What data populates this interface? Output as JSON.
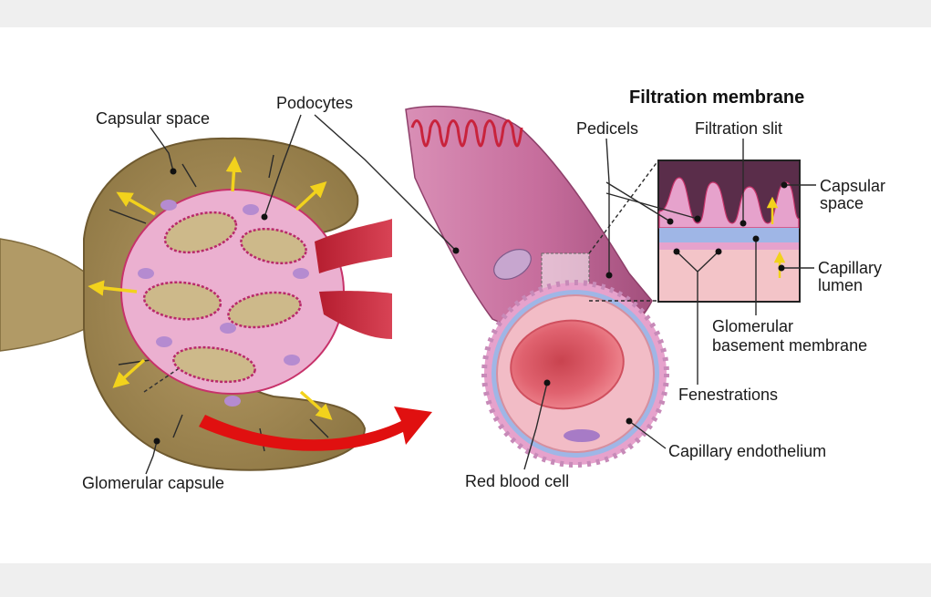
{
  "title": "Filtration membrane",
  "labels": {
    "capsular_space": "Capsular space",
    "podocytes": "Podocytes",
    "glomerular_capsule": "Glomerular capsule",
    "pedicels": "Pedicels",
    "filtration_slit": "Filtration slit",
    "inset_capsular_space_1": "Capsular",
    "inset_capsular_space_2": "space",
    "capillary_lumen_1": "Capillary",
    "capillary_lumen_2": "lumen",
    "gbm_1": "Glomerular",
    "gbm_2": "basement membrane",
    "fenestrations": "Fenestrations",
    "capillary_endothelium": "Capillary endothelium",
    "red_blood_cell": "Red blood cell"
  },
  "colors": {
    "capsule": "#a8905c",
    "capsule_dark": "#8a7240",
    "podocyte_pink": "#e9a6c9",
    "capillary_wall": "#c7326a",
    "vessel_red": "#c8233c",
    "flow_arrow": "#e01010",
    "filtrate_arrow": "#f2d21c",
    "membrane_blue": "#9fb6e6",
    "lumen_pink": "#f3c4c8",
    "rbc": "#e3606f"
  }
}
